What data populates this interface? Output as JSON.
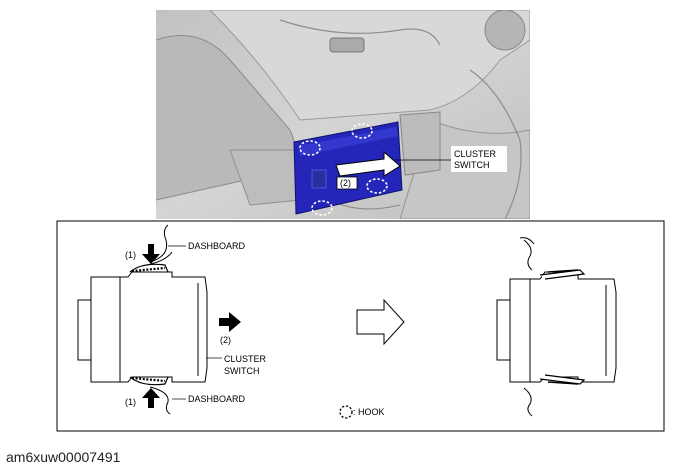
{
  "photo": {
    "callout_label_line1": "CLUSTER",
    "callout_label_line2": "SWITCH",
    "step_label": "(2)"
  },
  "diagram": {
    "left": {
      "step1_top": "(1)",
      "step1_bottom": "(1)",
      "step2": "(2)",
      "dashboard_top": "DASHBOARD",
      "dashboard_bottom": "DASHBOARD",
      "cluster_line1": "CLUSTER",
      "cluster_line2": "SWITCH"
    },
    "legend": {
      "hook_label": ": HOOK"
    }
  },
  "footer": {
    "image_code": "am6xuw00007491"
  },
  "colors": {
    "switch_blue": "#2326b8",
    "photo_bg": "#c9c9c9"
  }
}
